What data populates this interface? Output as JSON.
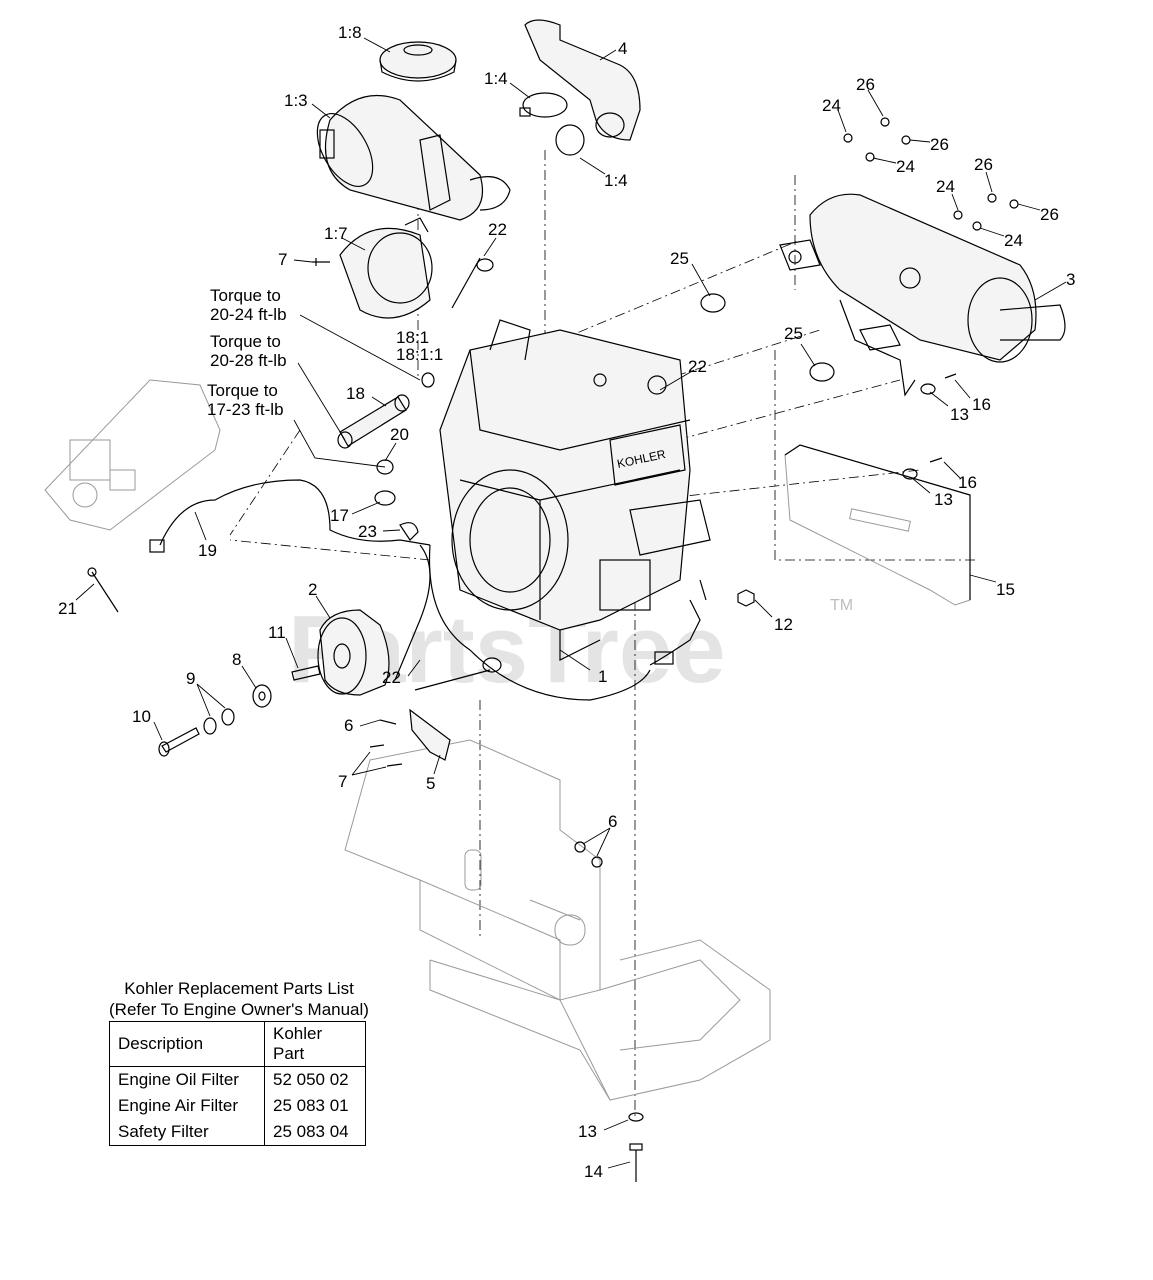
{
  "watermark": {
    "text": "PartsTree",
    "tm": "TM"
  },
  "callouts": [
    {
      "id": "c-1-8",
      "text": "1:8"
    },
    {
      "id": "c-4",
      "text": "4"
    },
    {
      "id": "c-1-4a",
      "text": "1:4"
    },
    {
      "id": "c-1-3",
      "text": "1:3"
    },
    {
      "id": "c-1-4b",
      "text": "1:4"
    },
    {
      "id": "c-1-7",
      "text": "1:7"
    },
    {
      "id": "c-7a",
      "text": "7"
    },
    {
      "id": "c-22a",
      "text": "22"
    },
    {
      "id": "c-18-1",
      "text": "18:1"
    },
    {
      "id": "c-18-1-1",
      "text": "18:1:1"
    },
    {
      "id": "c-18",
      "text": "18"
    },
    {
      "id": "c-20",
      "text": "20"
    },
    {
      "id": "c-17",
      "text": "17"
    },
    {
      "id": "c-23",
      "text": "23"
    },
    {
      "id": "c-19",
      "text": "19"
    },
    {
      "id": "c-21",
      "text": "21"
    },
    {
      "id": "c-2",
      "text": "2"
    },
    {
      "id": "c-11",
      "text": "11"
    },
    {
      "id": "c-8",
      "text": "8"
    },
    {
      "id": "c-9",
      "text": "9"
    },
    {
      "id": "c-10",
      "text": "10"
    },
    {
      "id": "c-22b",
      "text": "22"
    },
    {
      "id": "c-1",
      "text": "1"
    },
    {
      "id": "c-6a",
      "text": "6"
    },
    {
      "id": "c-7b",
      "text": "7"
    },
    {
      "id": "c-5",
      "text": "5"
    },
    {
      "id": "c-6b",
      "text": "6"
    },
    {
      "id": "c-13a",
      "text": "13"
    },
    {
      "id": "c-14",
      "text": "14"
    },
    {
      "id": "c-12",
      "text": "12"
    },
    {
      "id": "c-15",
      "text": "15"
    },
    {
      "id": "c-13b",
      "text": "13"
    },
    {
      "id": "c-16a",
      "text": "16"
    },
    {
      "id": "c-13c",
      "text": "13"
    },
    {
      "id": "c-16b",
      "text": "16"
    },
    {
      "id": "c-25a",
      "text": "25"
    },
    {
      "id": "c-22c",
      "text": "22"
    },
    {
      "id": "c-25b",
      "text": "25"
    },
    {
      "id": "c-3",
      "text": "3"
    },
    {
      "id": "c-24a",
      "text": "24"
    },
    {
      "id": "c-26a",
      "text": "26"
    },
    {
      "id": "c-26b",
      "text": "26"
    },
    {
      "id": "c-24b",
      "text": "24"
    },
    {
      "id": "c-26c",
      "text": "26"
    },
    {
      "id": "c-24c",
      "text": "24"
    },
    {
      "id": "c-26d",
      "text": "26"
    },
    {
      "id": "c-24d",
      "text": "24"
    }
  ],
  "torque_notes": [
    {
      "line1": "Torque to",
      "line2": "20-24 ft-lb"
    },
    {
      "line1": "Torque to",
      "line2": "20-28 ft-lb"
    },
    {
      "line1": "Torque to",
      "line2": "17-23 ft-lb"
    }
  ],
  "parts_list": {
    "title_line1": "Kohler Replacement Parts List",
    "title_line2": "(Refer To Engine Owner's Manual)",
    "headers": [
      "Description",
      "Kohler Part"
    ],
    "rows": [
      [
        "Engine Oil Filter",
        "52 050 02"
      ],
      [
        "Engine Air Filter",
        "25 083 01"
      ],
      [
        "Safety Filter",
        "25 083 04"
      ]
    ]
  },
  "engine_brand": "KOHLER"
}
